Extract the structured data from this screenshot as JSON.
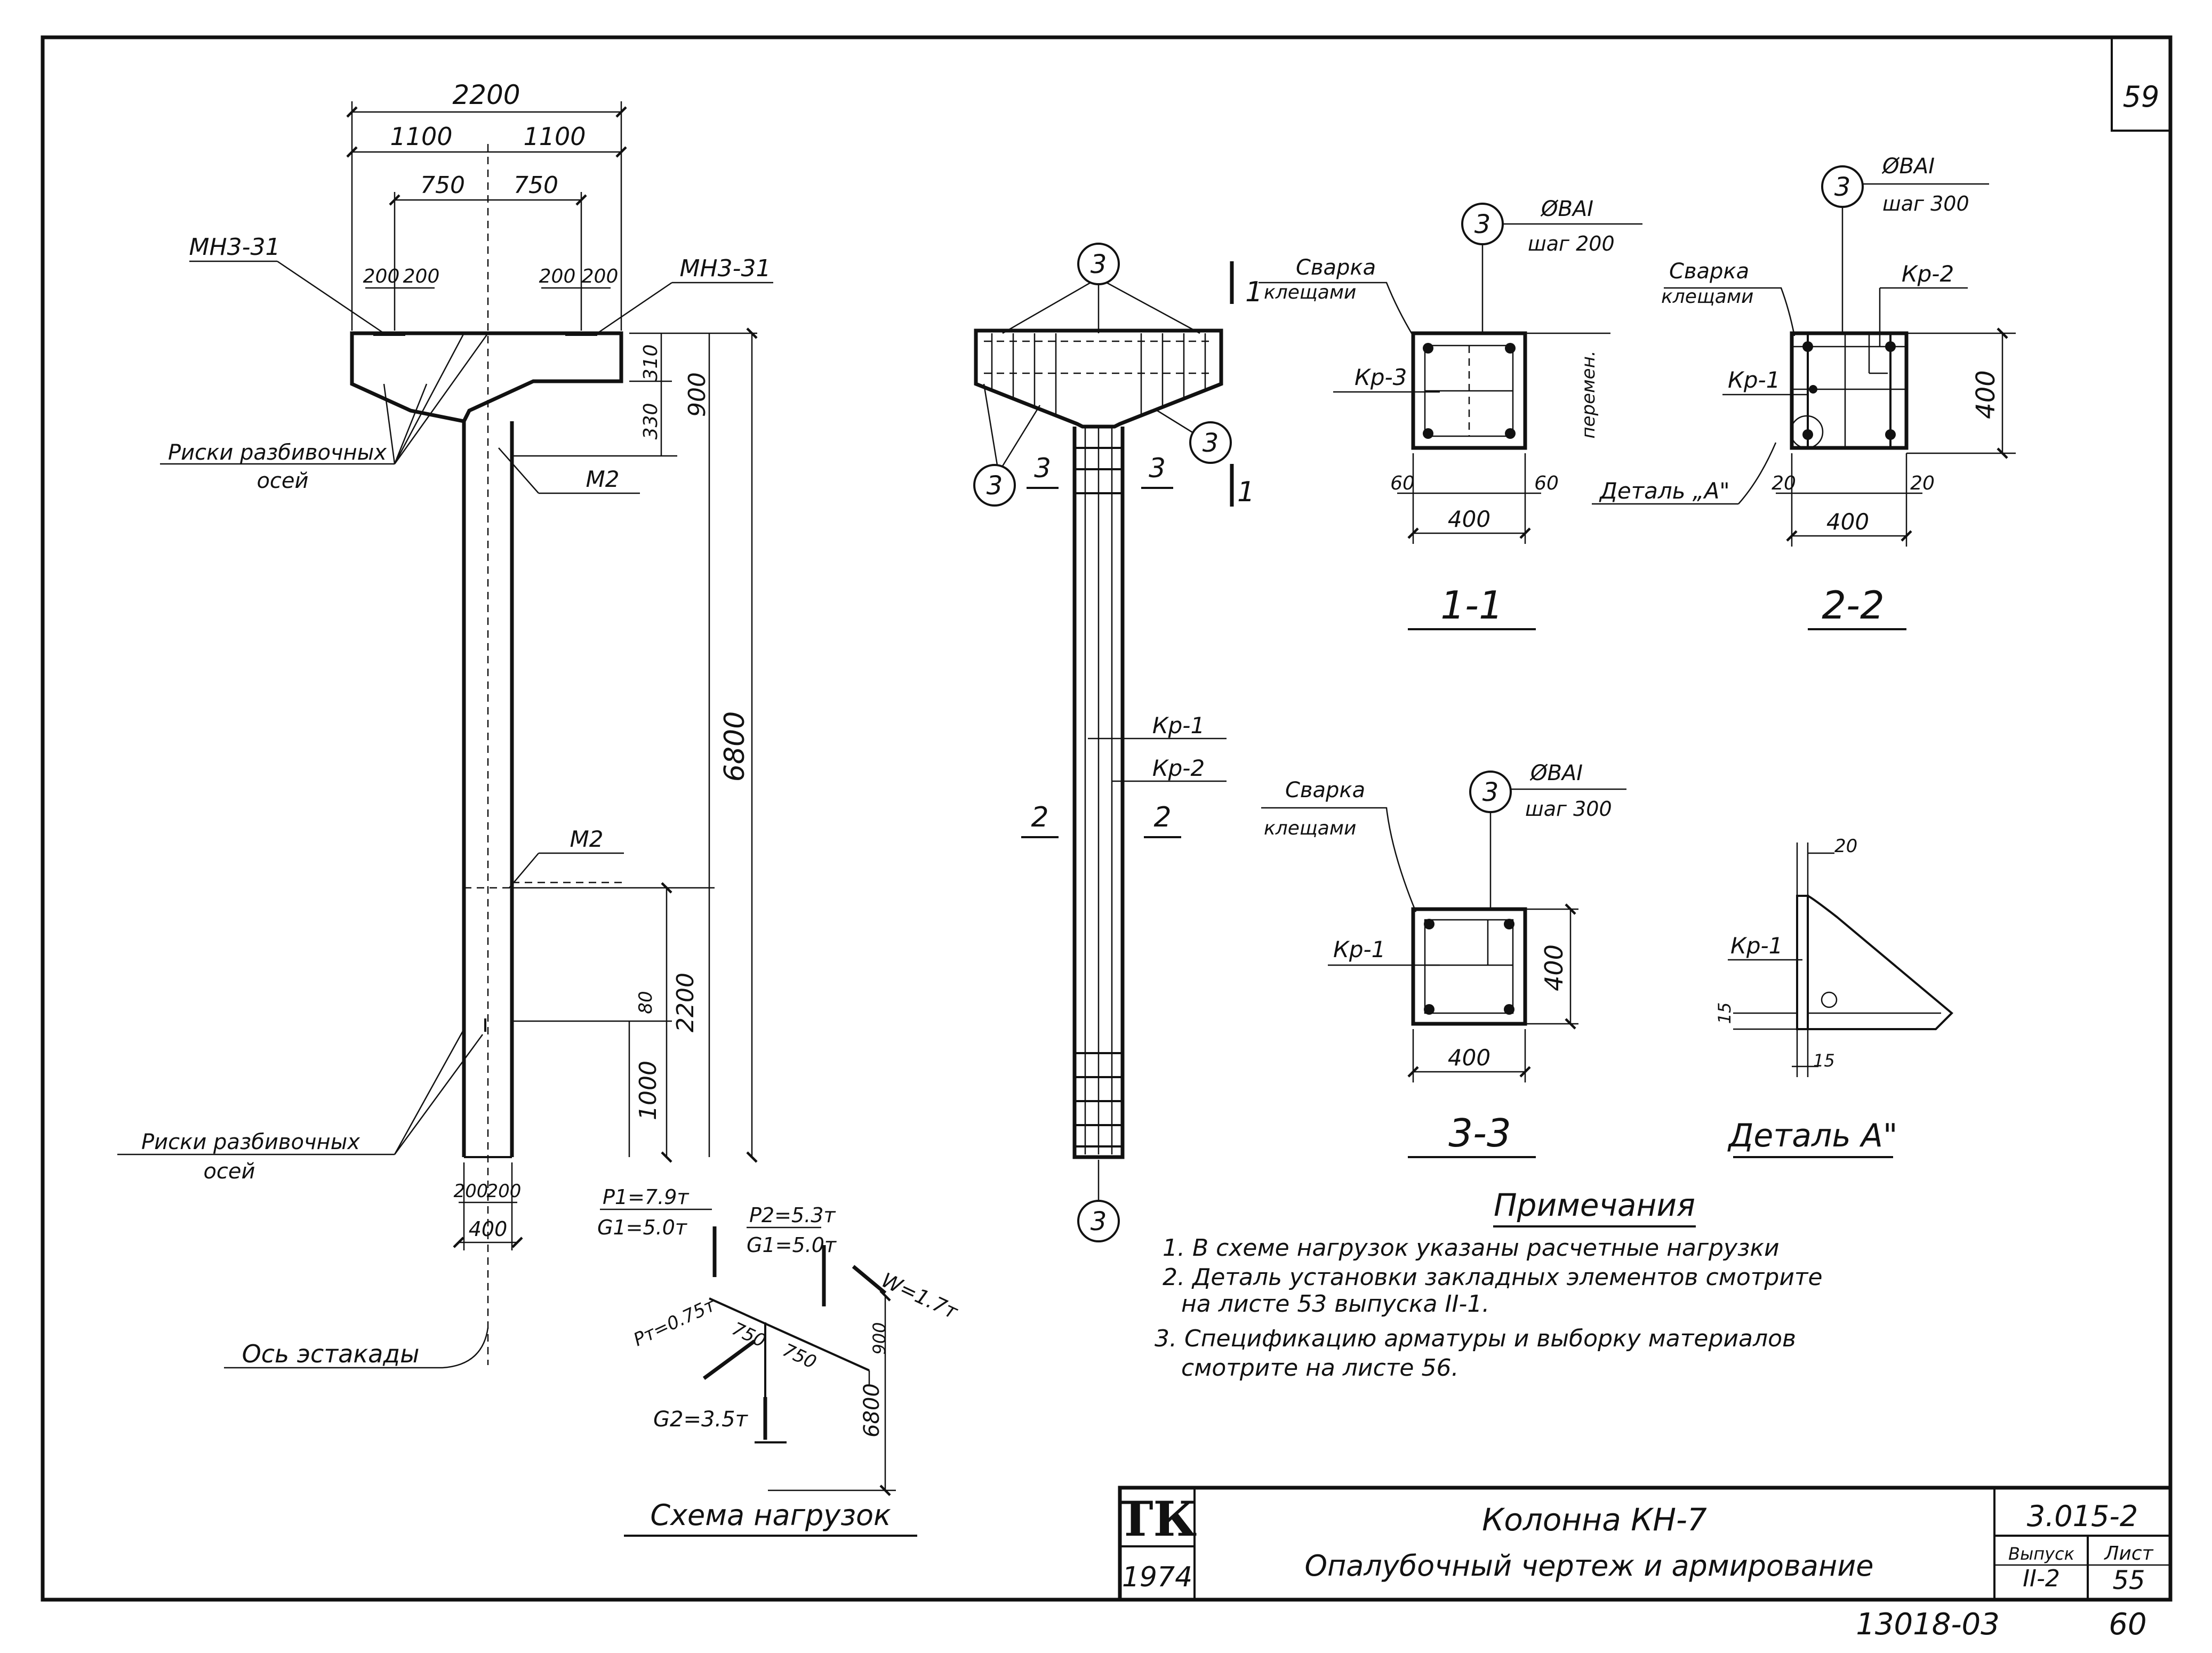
{
  "sheet_number": "59",
  "main_elevation": {
    "dim_2200": "2200",
    "dim_1100_left": "1100",
    "dim_1100_right": "1100",
    "dim_750_left": "750",
    "dim_750_right": "750",
    "dim_200_a": "200",
    "dim_200_b": "200",
    "dim_200_c": "200",
    "dim_200_d": "200",
    "label_mn_left": "МН3-31",
    "label_mn_right": "МН3-31",
    "dim_310": "310",
    "dim_330": "330",
    "dim_900": "900",
    "dim_6800": "6800",
    "label_m2_top": "М2",
    "label_m2_mid": "М2",
    "label_risks_top_1": "Риски разбивочных",
    "label_risks_top_2": "осей",
    "label_risks_bottom_1": "Риски разбивочных",
    "label_risks_bottom_2": "осей",
    "dim_2200_vertical": "2200",
    "dim_80": "80",
    "dim_1000": "1000",
    "dim_200_bottom_left": "200",
    "dim_200_bottom_right": "200",
    "dim_400_bottom": "400",
    "label_axis": "Ось эстакады"
  },
  "reinforcement_view": {
    "pos_3": "3",
    "section_1_left": "1",
    "section_1_right": "1",
    "section_3_left": "3",
    "section_3_right": "3",
    "section_2_left": "2",
    "section_2_right": "2",
    "label_kr1": "Кр-1",
    "label_kr2": "Кр-2"
  },
  "section_1_1": {
    "title": "1-1",
    "pos": "3",
    "rebar": "ØBAI",
    "step": "шаг 200",
    "weld_1": "Сварка",
    "weld_2": "клещами",
    "label_kr3": "Кр-3",
    "label_variable": "перемен.",
    "dim_60_left": "60",
    "dim_60_right": "60",
    "dim_400": "400",
    "detail_ref": "Деталь „А\""
  },
  "section_2_2": {
    "title": "2-2",
    "pos": "3",
    "rebar": "ØBAI",
    "step": "шаг 300",
    "weld_1": "Сварка",
    "weld_2": "клещами",
    "label_kr2": "Кр-2",
    "label_kr1": "Кр-1",
    "dim_400_vertical": "400",
    "dim_20_left": "20",
    "dim_20_right": "20",
    "dim_400": "400"
  },
  "section_3_3": {
    "title": "3-3",
    "pos": "3",
    "rebar": "ØBAI",
    "step": "шаг 300",
    "weld_1": "Сварка",
    "weld_2": "клещами",
    "label_kr1": "Кр-1",
    "dim_400_vertical": "400",
    "dim_400": "400"
  },
  "detail_a": {
    "title": "Деталь А\"",
    "label_kr1": "Кр-1",
    "dim_20": "20",
    "dim_15_left": "15",
    "dim_15_bottom": "15"
  },
  "load_scheme": {
    "title": "Схема нагрузок",
    "p1": "P1=7.9т",
    "g1_left": "G1=5.0т",
    "p2": "P2=5.3т",
    "g1_right": "G1=5.0т",
    "w": "W=1.7т",
    "pt": "Pт=0.75т",
    "dim_750_left": "750",
    "dim_750_right": "750",
    "dim_900": "900",
    "g2": "G2=3.5т",
    "dim_6800": "6800"
  },
  "notes": {
    "title": "Примечания",
    "line1": "1. В схеме нагрузок указаны расчетные нагрузки",
    "line2": "2. Деталь установки закладных элементов смотрите",
    "line3": "на листе 53 выпуска II-1.",
    "line4": "3. Спецификацию арматуры и выборку материалов",
    "line5": "смотрите на листе 56."
  },
  "title_block": {
    "logo": "ТК",
    "year": "1974",
    "name": "Колонна КН-7",
    "subtitle": "Опалубочный чертеж и армирование",
    "series": "3.015-2",
    "issue_label": "Выпуск",
    "issue": "II-2",
    "sheet_label": "Лист",
    "sheet": "55"
  },
  "footer": {
    "archive": "13018-03",
    "page": "60"
  }
}
